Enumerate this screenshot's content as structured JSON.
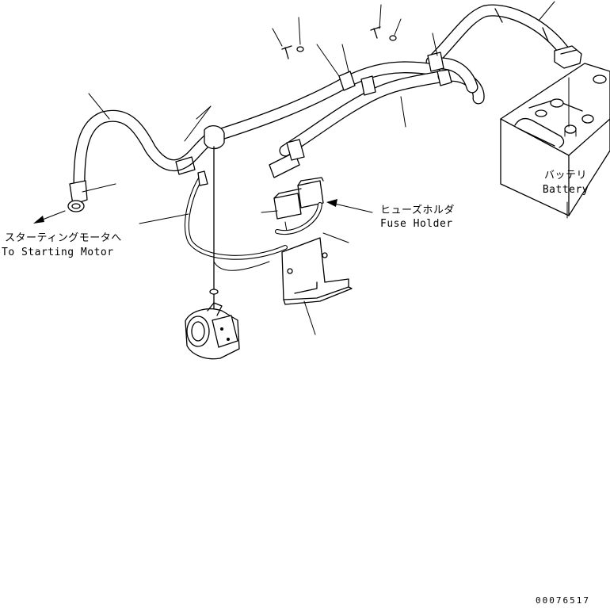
{
  "labels": {
    "battery_jp": "バッテリ",
    "battery_en": "Battery",
    "fuse_holder_jp": "ヒューズホルダ",
    "fuse_holder_en": "Fuse Holder",
    "starting_motor_jp": "スターティングモータへ",
    "starting_motor_en": "To Starting Motor",
    "drawing_number": "00076517"
  },
  "icons": {
    "arrow": "direction-arrow-icon",
    "battery": "battery-icon",
    "fuse_holder": "fuse-holder-icon",
    "starting_motor": "starting-motor-icon"
  },
  "colors": {
    "line": "#000000",
    "background": "#ffffff"
  }
}
